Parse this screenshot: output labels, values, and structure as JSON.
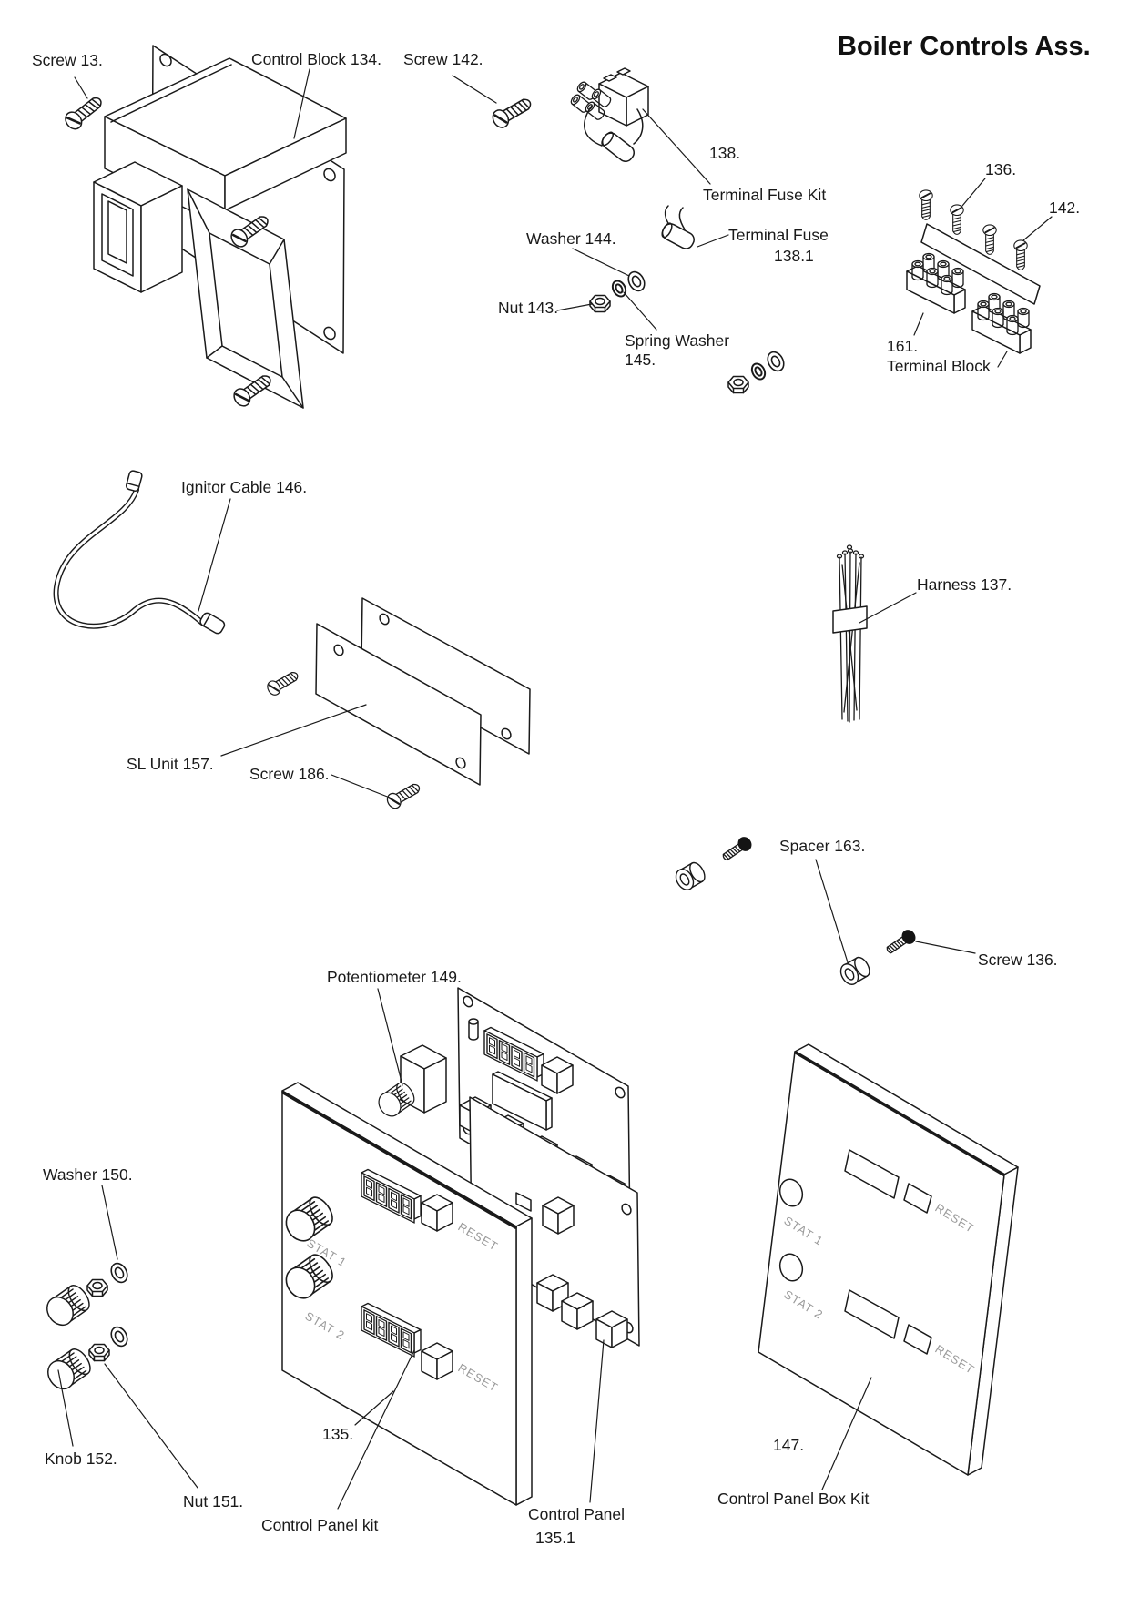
{
  "diagram": {
    "title": "Boiler Controls Ass.",
    "labels": {
      "screw_13": "Screw 13.",
      "control_block_134": "Control Block 134.",
      "screw_142": "Screw 142.",
      "ref_138": "138.",
      "terminal_fuse_kit": "Terminal Fuse Kit",
      "washer_144": "Washer 144.",
      "terminal_fuse": "Terminal Fuse",
      "ref_138_1": "138.1",
      "nut_143": "Nut 143.",
      "spring_washer_line1": "Spring Washer",
      "spring_washer_line2": "145.",
      "ref_136": "136.",
      "ref_142": "142.",
      "ref_161": "161.",
      "terminal_block": "Terminal Block",
      "ignitor_cable_146": "Ignitor Cable 146.",
      "harness_137": "Harness 137.",
      "sl_unit_157": "SL Unit 157.",
      "screw_186": "Screw 186.",
      "spacer_163": "Spacer 163.",
      "screw_136": "Screw 136.",
      "potentiometer_149": "Potentiometer 149.",
      "washer_150": "Washer 150.",
      "knob_152": "Knob 152.",
      "nut_151": "Nut 151.",
      "ref_135": "135.",
      "control_panel_kit": "Control Panel kit",
      "control_panel": "Control Panel",
      "ref_135_1": "135.1",
      "ref_147": "147.",
      "control_panel_box_kit": "Control Panel Box Kit"
    },
    "panel_text": {
      "stat1": "STAT 1",
      "stat2": "STAT 2",
      "reset": "RESET"
    },
    "colors": {
      "line": "#1a1a1a",
      "panel_text": "#9a9a9a",
      "background": "#ffffff"
    }
  }
}
